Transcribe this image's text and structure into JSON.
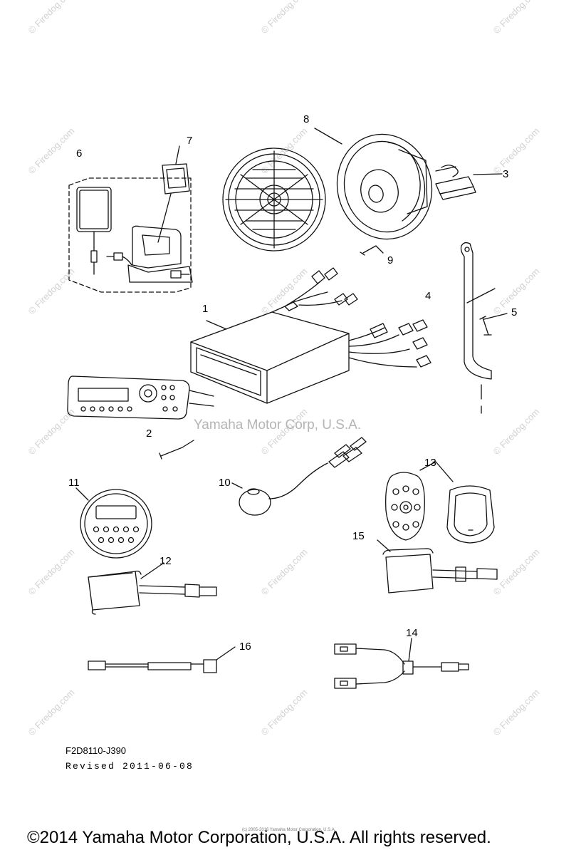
{
  "watermark": {
    "site_text": "© Firedog.com",
    "center_text": "Yamaha Motor Corp, U.S.A."
  },
  "callouts": {
    "c1": "1",
    "c2": "2",
    "c3": "3",
    "c4": "4",
    "c5": "5",
    "c6": "6",
    "c7": "7",
    "c8": "8",
    "c9": "9",
    "c10": "10",
    "c11": "11",
    "c12": "12",
    "c13": "13",
    "c14": "14",
    "c15": "15",
    "c16": "16"
  },
  "footer": {
    "part_code": "F2D8110-J390",
    "revised": "Revised 2011-06-08",
    "tiny_text": "(c) 2005-2016 Yamaha Motor Corporation, U.S.A.",
    "copyright": "©2014 Yamaha Motor Corporation, U.S.A. All rights reserved."
  },
  "colors": {
    "line": "#111111",
    "watermark": "#d2d2d2",
    "background": "#ffffff"
  }
}
